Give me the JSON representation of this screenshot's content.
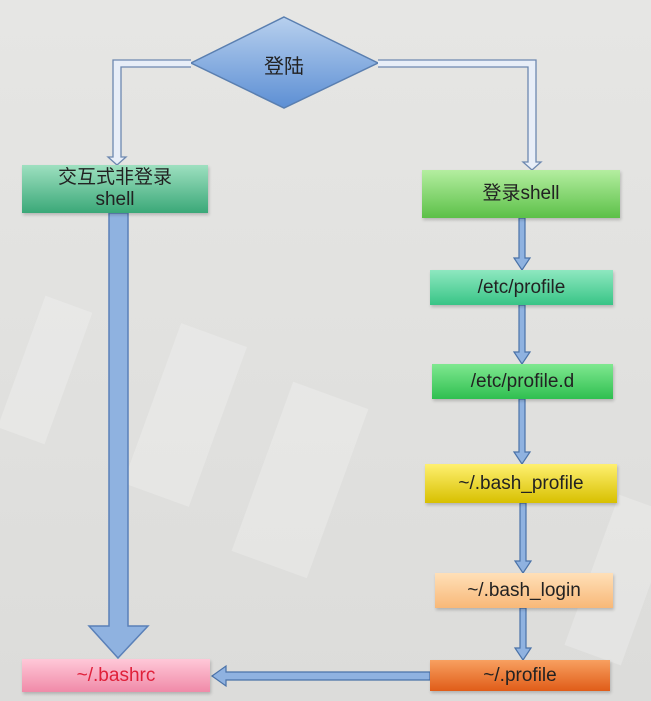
{
  "decision": {
    "label": "登陆"
  },
  "branches": {
    "non_login": {
      "line1": "交互式非登录",
      "line2": "shell"
    },
    "login": {
      "label": "登录shell"
    }
  },
  "login_chain": [
    {
      "label": "/etc/profile",
      "color": "#4fd49a"
    },
    {
      "label": "/etc/profile.d",
      "color": "#3fd060"
    },
    {
      "label": "~/.bash_profile",
      "color": "#e8d420"
    },
    {
      "label": "~/.bash_login",
      "color": "#fbc98a"
    },
    {
      "label": "~/.profile",
      "color": "#f07a30"
    }
  ],
  "target": {
    "label": "~/.bashrc",
    "color": "#f7a0b8",
    "text_color": "#e0203a"
  },
  "colors": {
    "arrow": "#7ea6d8",
    "arrow_stroke": "#4a72a8",
    "diamond": "#6c9ad6"
  }
}
